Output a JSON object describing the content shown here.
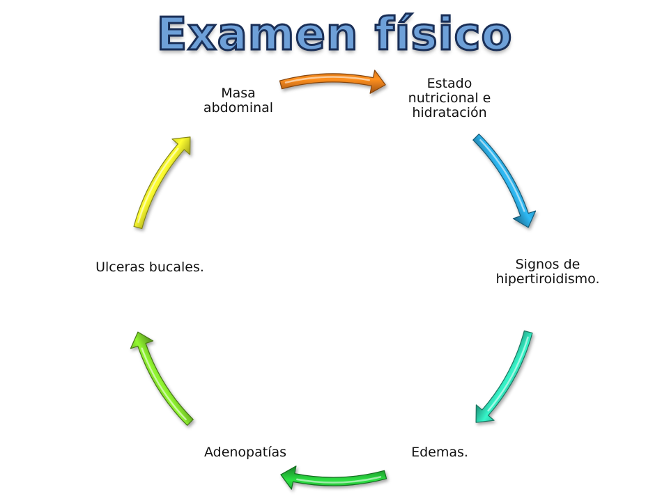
{
  "title": "Examen físico",
  "nodes": [
    {
      "label": "Estado\nnutricional e\nhidratación"
    },
    {
      "label": "Signos de\nhipertiroidismo."
    },
    {
      "label": "Edemas."
    },
    {
      "label": "Adenopatías"
    },
    {
      "label": "Ulceras bucales."
    },
    {
      "label": "Masa\nabdominal"
    }
  ],
  "arrows": [
    {
      "from": "Masa abdominal",
      "to": "Estado nutricional e hidratación",
      "color": "#f07e1c"
    },
    {
      "from": "Estado nutricional e hidratación",
      "to": "Signos de hipertiroidismo.",
      "color": "#2aa3d6"
    },
    {
      "from": "Signos de hipertiroidismo.",
      "to": "Edemas.",
      "color": "#2fd6b0"
    },
    {
      "from": "Edemas.",
      "to": "Adenopatías",
      "color": "#27c43a"
    },
    {
      "from": "Adenopatías",
      "to": "Ulceras bucales.",
      "color": "#7fd82a"
    },
    {
      "from": "Ulceras bucales.",
      "to": "Masa abdominal",
      "color": "#eef02a"
    }
  ]
}
